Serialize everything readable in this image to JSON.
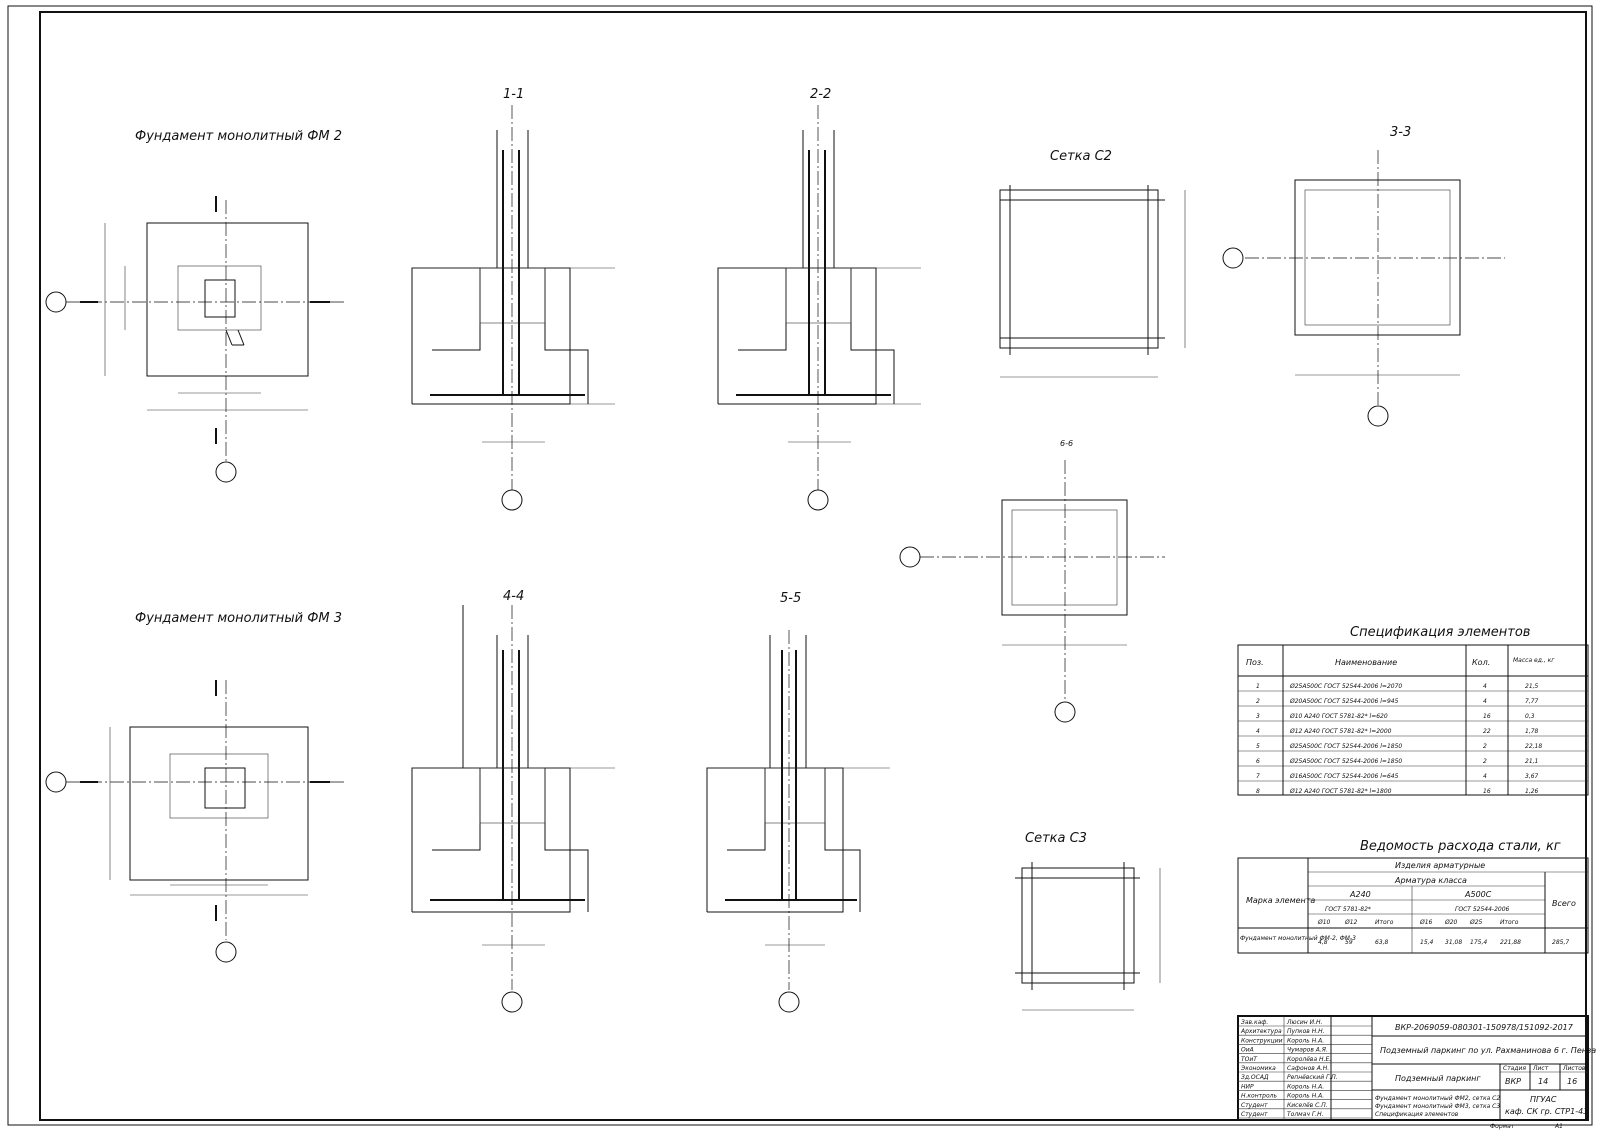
{
  "views": {
    "fm2_title": "Фундамент монолитный ФМ 2",
    "fm3_title": "Фундамент монолитный ФМ 3",
    "section_1": "1-1",
    "section_2": "2-2",
    "section_3": "3-3",
    "section_4": "4-4",
    "section_5": "5-5",
    "section_6": "6-6",
    "mesh_c2": "Сетка С2",
    "mesh_c3": "Сетка С3"
  },
  "spec_table": {
    "title": "Спецификация элементов",
    "headers": [
      "Поз.",
      "Наименование",
      "Кол.",
      "Масса ед., кг"
    ],
    "rows": [
      [
        "1",
        "Ø25А500С ГОСТ 52544-2006 l=2070",
        "4",
        "21,5"
      ],
      [
        "2",
        "Ø20А500С ГОСТ 52544-2006 l=945",
        "4",
        "7,77"
      ],
      [
        "3",
        "Ø10 А240 ГОСТ 5781-82* l=620",
        "16",
        "0,3"
      ],
      [
        "4",
        "Ø12 А240 ГОСТ 5781-82* l=2000",
        "22",
        "1,78"
      ],
      [
        "5",
        "Ø25А500С ГОСТ 52544-2006 l=1850",
        "2",
        "22,18"
      ],
      [
        "6",
        "Ø25А500С ГОСТ 52544-2006 l=1850",
        "2",
        "21,1"
      ],
      [
        "7",
        "Ø16А500С ГОСТ 52544-2006 l=645",
        "4",
        "3,67"
      ],
      [
        "8",
        "Ø12 А240 ГОСТ 5781-82* l=1800",
        "16",
        "1,26"
      ]
    ]
  },
  "steel_table": {
    "title": "Ведомость расхода стали, кг",
    "col_mark": "Марка элемента",
    "col_products": "Изделия арматурные",
    "col_class": "Арматура класса",
    "col_a240": "А240",
    "col_a500": "А500С",
    "col_gost1": "ГОСТ 5781-82*",
    "col_gost2": "ГОСТ 52544-2006",
    "col_total": "Всего",
    "sub_headers": [
      "Ø10",
      "Ø12",
      "Итого",
      "Ø16",
      "Ø20",
      "Ø25",
      "Итого"
    ],
    "row_label": "Фундамент монолитный ФМ-2, ФМ-3",
    "row_values": [
      "4,8",
      "59",
      "63,8",
      "15,4",
      "31,08",
      "175,4",
      "221,88",
      "285,7"
    ]
  },
  "stamp": {
    "code": "ВКР-2069059-080301-150978/151092-2017",
    "project": "Подземный паркинг по ул. Рахманинова 6 г. Пенза",
    "object": "Подземный паркинг",
    "sheet_content_1": "Фундамент монолитный ФМ2, сетка С2",
    "sheet_content_2": "Фундамент монолитный ФМ3, сетка С3",
    "sheet_content_3": "Спецификация элементов",
    "stage_label": "Стадия",
    "sheet_label": "Лист",
    "sheets_label": "Листов",
    "stage": "ВКР",
    "sheet_no": "14",
    "sheets_total": "16",
    "org_1": "ПГУАС",
    "org_2": "каф. СК гр. СТР1-43",
    "format_label": "Формат",
    "format": "А1",
    "roles": [
      [
        "Зав.каф.",
        "Люсин И.Н."
      ],
      [
        "Архитектура",
        "Пупков Н.Н."
      ],
      [
        "Конструкции",
        "Король Н.А."
      ],
      [
        "ОиА",
        "Чумаров А.Я."
      ],
      [
        "ТОиТ",
        "Королёва Н.Е."
      ],
      [
        "Экономика",
        "Сафонов А.Н."
      ],
      [
        "Зд.ОСАД",
        "Репнёвский Г.П."
      ],
      [
        "НИР",
        "Король Н.А."
      ],
      [
        "Н.контроль",
        "Король Н.А."
      ],
      [
        "Студент",
        "Киселёв С.П."
      ],
      [
        "Студент",
        "Толмач Г.Н."
      ]
    ]
  }
}
